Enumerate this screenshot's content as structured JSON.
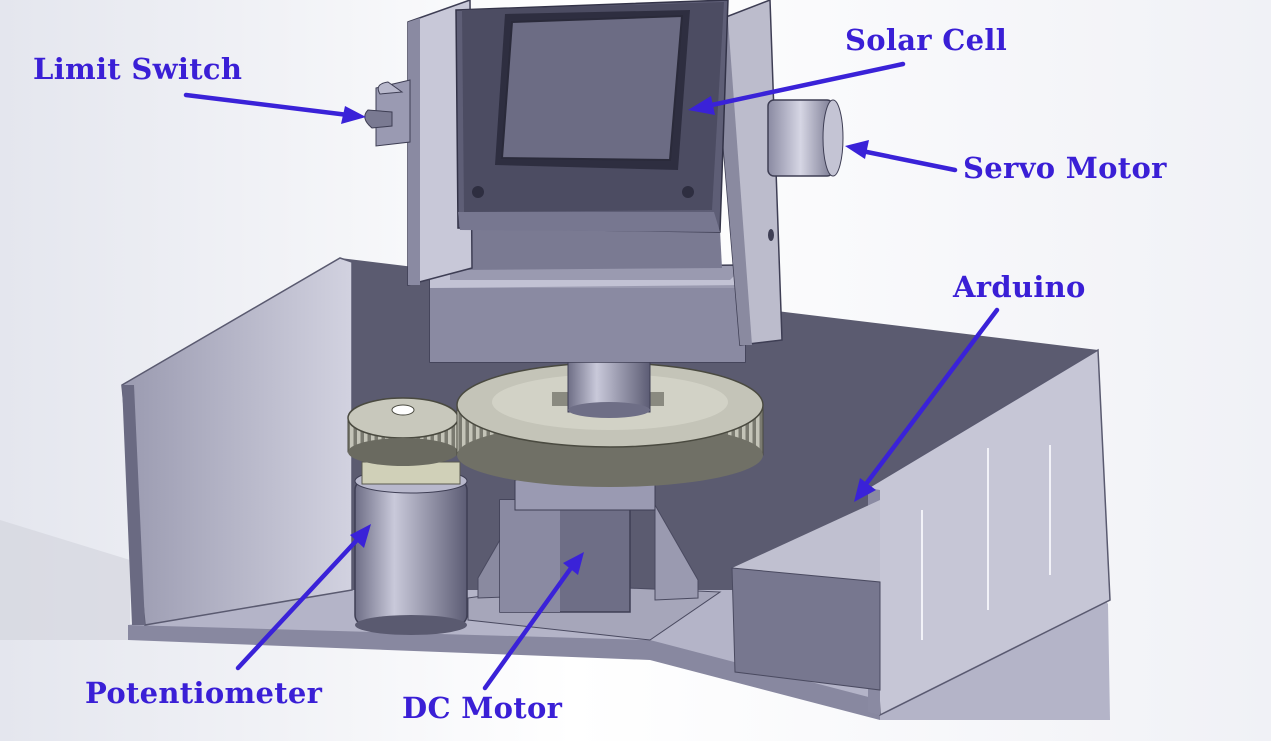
{
  "labels": {
    "limit_switch": "Limit Switch",
    "solar_cell": "Solar Cell",
    "servo_motor": "Servo Motor",
    "arduino": "Arduino",
    "potentiometer": "Potentiometer",
    "dc_motor": "DC Motor"
  },
  "colors": {
    "label": "#3a1fd6",
    "arrow": "#3a22d8",
    "model_light": "#c6c6d6",
    "model_mid": "#8e8ea6",
    "model_dark": "#4e4e66"
  }
}
